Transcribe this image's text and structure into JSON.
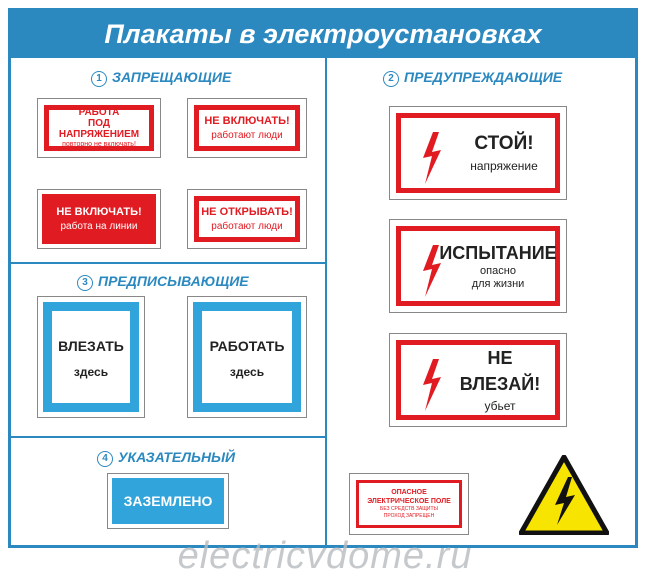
{
  "header": {
    "title": "Плакаты в электроустановках"
  },
  "sections": {
    "prohibiting": {
      "number": "1",
      "title": "ЗАПРЕЩАЮЩИЕ"
    },
    "warning": {
      "number": "2",
      "title": "ПРЕДУПРЕЖДАЮЩИЕ"
    },
    "prescribing": {
      "number": "3",
      "title": "ПРЕДПИСЫВАЮЩИЕ"
    },
    "indicative": {
      "number": "4",
      "title": "УКАЗАТЕЛЬНЫЙ"
    }
  },
  "signs": {
    "p1": {
      "line1": "РАБОТА",
      "line2": "ПОД НАПРЯЖЕНИЕМ",
      "line3": "повторно не включать!"
    },
    "p2": {
      "line1": "НЕ ВКЛЮЧАТЬ!",
      "line2": "работают люди"
    },
    "p3": {
      "line1": "НЕ ВКЛЮЧАТЬ!",
      "line2": "работа на линии"
    },
    "p4": {
      "line1": "НЕ ОТКРЫВАТЬ!",
      "line2": "работают люди"
    },
    "r1": {
      "line1": "ВЛЕЗАТЬ",
      "line2": "здесь"
    },
    "r2": {
      "line1": "РАБОТАТЬ",
      "line2": "здесь"
    },
    "i1": {
      "line1": "ЗАЗЕМЛЕНО"
    },
    "w1": {
      "line1": "СТОЙ!",
      "line2": "напряжение"
    },
    "w2": {
      "line1": "ИСПЫТАНИЕ",
      "line2": "опасно",
      "line3": "для жизни"
    },
    "w3": {
      "line1": "НЕ ВЛЕЗАЙ!",
      "line2": "убьет"
    },
    "w4": {
      "line1": "ОПАСНОЕ",
      "line2": "ЭЛЕКТРИЧЕСКОЕ ПОЛЕ",
      "line3": "БЕЗ СРЕДСТВ ЗАЩИТЫ",
      "line4": "ПРОХОД ЗАПРЕЩЕН"
    }
  },
  "watermark": "electricvdome.ru",
  "colors": {
    "blue": "#2b89c0",
    "red": "#e11b22",
    "light_blue": "#32a4dc",
    "yellow": "#f7e400"
  },
  "icons": [
    "lightning-bolt-icon",
    "high-voltage-triangle-icon"
  ]
}
